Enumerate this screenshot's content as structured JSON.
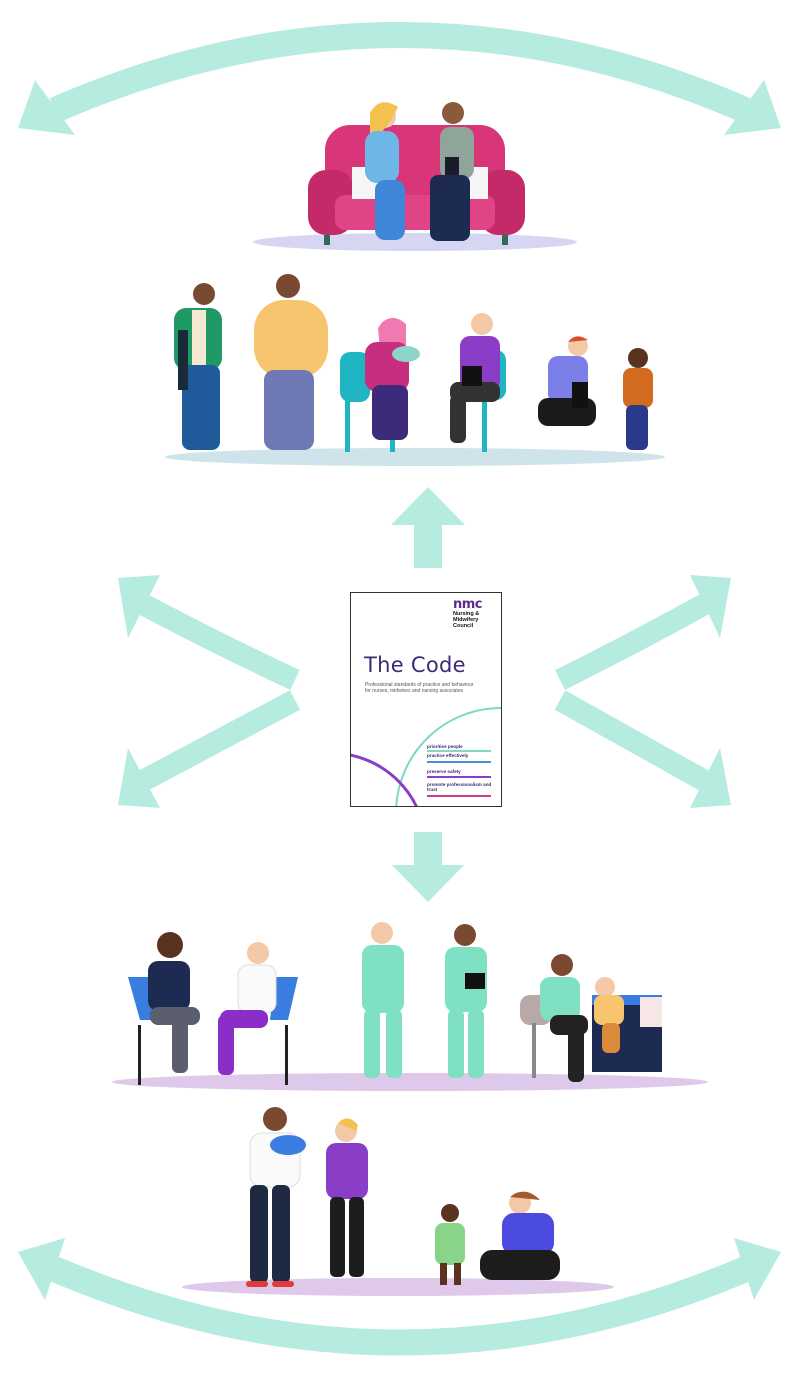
{
  "colors": {
    "arrow": "#b6ecdf",
    "floor_blue": "#cfe3ea",
    "floor_lilac": "#dfc9ea",
    "floor_periwinkle": "#d6d6f3",
    "sofa": "#d9367a",
    "nmc_purple": "#5b2d8e",
    "teal_scrubs": "#7fe0c4",
    "purple_scrubs": "#8a3ec8"
  },
  "booklet": {
    "logo_mark": "nmc",
    "logo_text": "Nursing & Midwifery Council",
    "title": "The Code",
    "subtitle": "Professional standards of practice and behaviour for nurses, midwives and nursing associates",
    "items": [
      {
        "label": "prioritise people",
        "color": "#7fd8c0"
      },
      {
        "label": "practice effectively",
        "color": "#4a8fd8"
      },
      {
        "label": "preserve safety",
        "color": "#8a3ec8"
      },
      {
        "label": "promote professionalism and trust",
        "color": "#d13a8a"
      }
    ]
  },
  "icons": {
    "top_arc": "double-arrow-arc-icon",
    "bottom_arc": "double-arrow-arc-icon",
    "up": "arrow-up-icon",
    "down": "arrow-down-icon",
    "left_pair": "branching-arrows-left-icon",
    "right_pair": "branching-arrows-right-icon"
  }
}
